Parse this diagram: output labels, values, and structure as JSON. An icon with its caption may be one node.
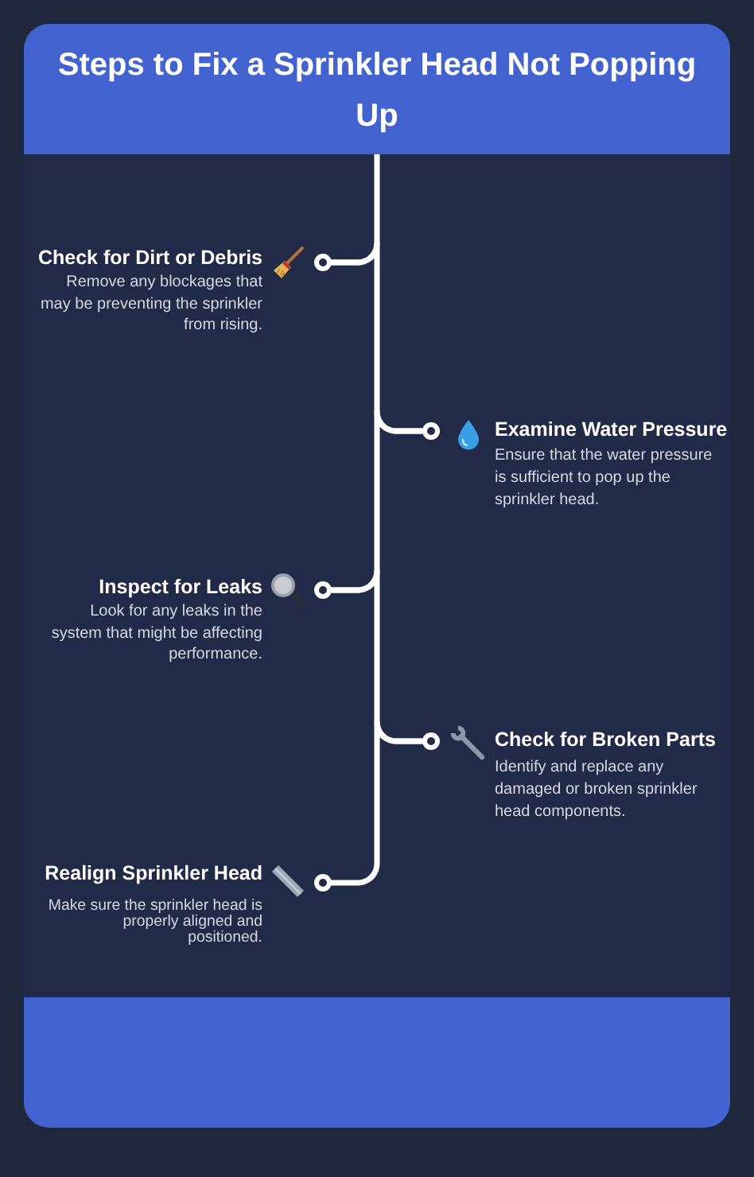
{
  "diagram": {
    "title": "Steps to Fix a Sprinkler Head Not Popping Up",
    "nodes": [
      {
        "text": [],
        "shape": "circle",
        "beside": [
          "Check for Dirt or Debris",
          "Remove any blockages that may be preventing the sprinkler from rising."
        ]
      },
      {
        "text": [],
        "shape": "circle",
        "beside": [
          "Examine Water Pressure",
          "Ensure that the water pressure is sufficient to pop up the sprinkler head."
        ]
      },
      {
        "text": [],
        "shape": "circle",
        "beside": [
          "Inspect for Leaks",
          "Look for any leaks in the system that might be affecting performance."
        ]
      },
      {
        "text": [],
        "shape": "circle",
        "beside": [
          "Check for Broken Parts",
          "Identify and replace any damaged or broken sprinkler head components."
        ]
      },
      {
        "text": [],
        "shape": "circle",
        "beside": [
          "Realign Sprinkler Head",
          "Make sure the sprinkler head is properly aligned and positioned."
        ]
      }
    ],
    "edges": [
      {
        "from": null,
        "to": 0,
        "arrow": "none"
      },
      {
        "from": 0,
        "to": 1,
        "arrow": "none"
      },
      {
        "from": 1,
        "to": 2,
        "arrow": "none"
      },
      {
        "from": 2,
        "to": 3,
        "arrow": "none"
      },
      {
        "from": 3,
        "to": 4,
        "arrow": "none"
      }
    ]
  }
}
